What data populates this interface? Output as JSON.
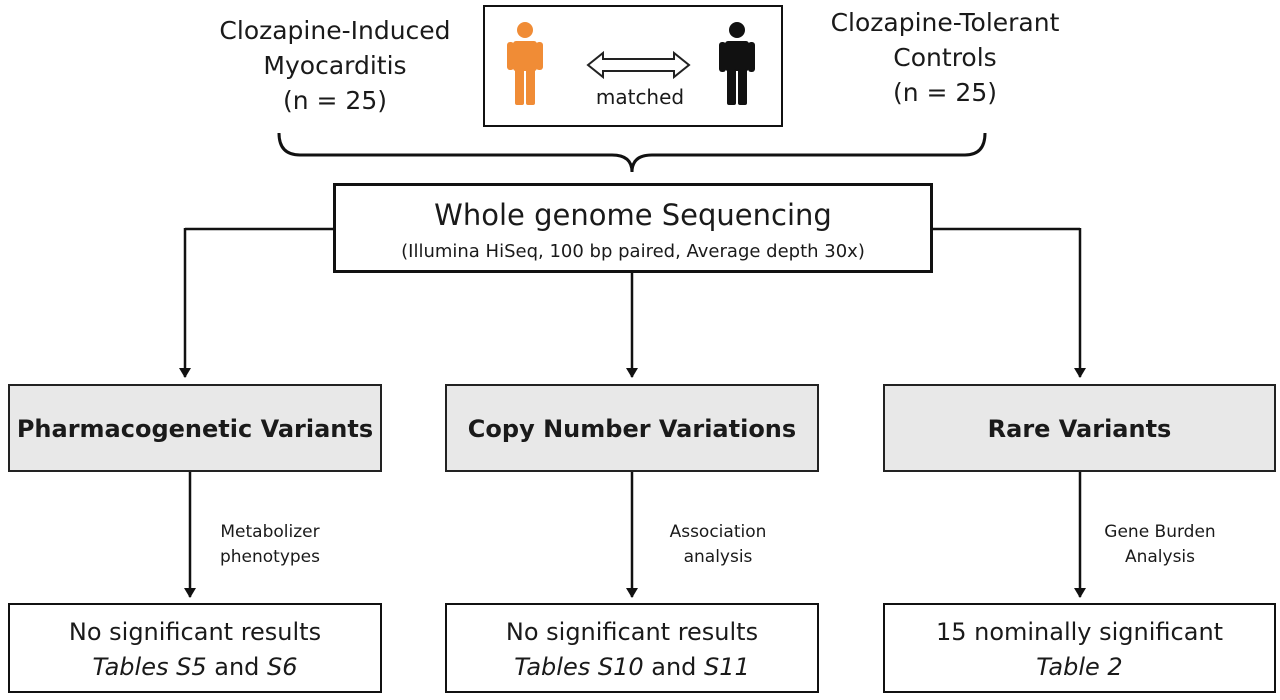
{
  "cases": {
    "line1": "Clozapine-Induced",
    "line2": "Myocarditis",
    "line3": "(n = 25)"
  },
  "controls": {
    "line1": "Clozapine-Tolerant",
    "line2": "Controls",
    "line3": "(n = 25)"
  },
  "matching": {
    "label": "matched",
    "case_color": "#f08c36",
    "control_color": "#111111"
  },
  "sequencing": {
    "title": "Whole genome Sequencing",
    "details": "(Illumina HiSeq, 100 bp paired, Average depth 30x)"
  },
  "branches": [
    {
      "title": "Pharmacogenetic Variants",
      "method_line1": "Metabolizer",
      "method_line2": "phenotypes",
      "result": "No significant results",
      "ref_italic1": "Tables S5",
      "ref_mid": " and ",
      "ref_italic2": "S6"
    },
    {
      "title": "Copy Number Variations",
      "method_line1": "Association",
      "method_line2": "analysis",
      "result": "No significant results",
      "ref_italic1": "Tables S10",
      "ref_mid": " and ",
      "ref_italic2": "S11"
    },
    {
      "title": "Rare Variants",
      "method_line1": "Gene Burden",
      "method_line2": "Analysis",
      "result": "15 nominally significant",
      "ref_italic1": "Table 2",
      "ref_mid": "",
      "ref_italic2": ""
    }
  ]
}
